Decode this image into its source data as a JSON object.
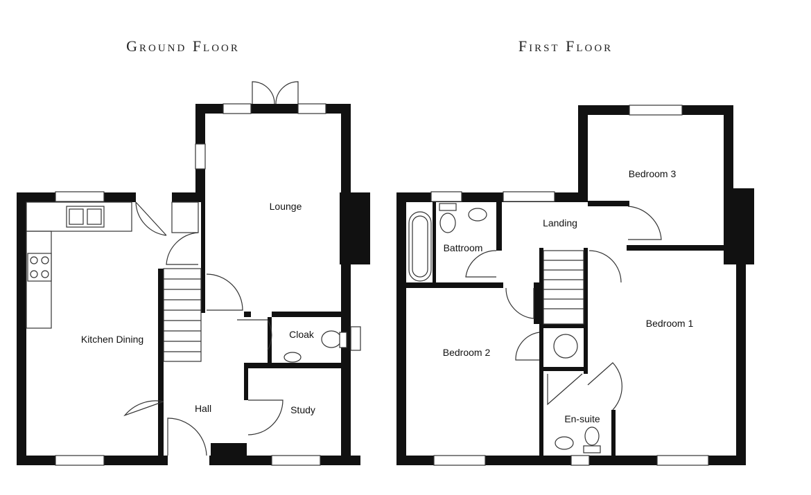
{
  "floors": {
    "ground": {
      "title": "Ground Floor",
      "rooms": {
        "kitchen_dining": "Kitchen Dining",
        "lounge": "Lounge",
        "cloak": "Cloak",
        "hall": "Hall",
        "study": "Study"
      }
    },
    "first": {
      "title": "First Floor",
      "rooms": {
        "bedroom1": "Bedroom 1",
        "bedroom2": "Bedroom 2",
        "bedroom3": "Bedroom 3",
        "landing": "Landing",
        "bathroom": "Battroom",
        "ensuite": "En-suite"
      }
    }
  },
  "colors": {
    "wall": "#111111",
    "background": "#ffffff"
  }
}
